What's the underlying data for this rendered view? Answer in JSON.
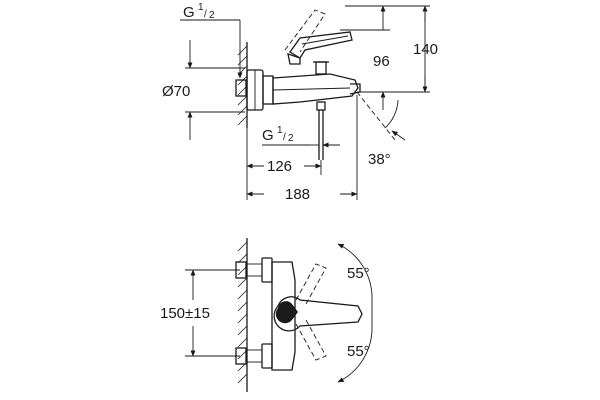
{
  "side_view": {
    "thread_top": {
      "main": "G",
      "num": "1",
      "den": "2"
    },
    "thread_bottom": {
      "main": "G",
      "num": "1",
      "den": "2"
    },
    "diameter": "Ø70",
    "height_96": "96",
    "height_140": "140",
    "length_126": "126",
    "length_188": "188",
    "angle": "38°"
  },
  "front_view": {
    "spacing": "150±15",
    "angle_top": "55°",
    "angle_bottom": "55°"
  }
}
